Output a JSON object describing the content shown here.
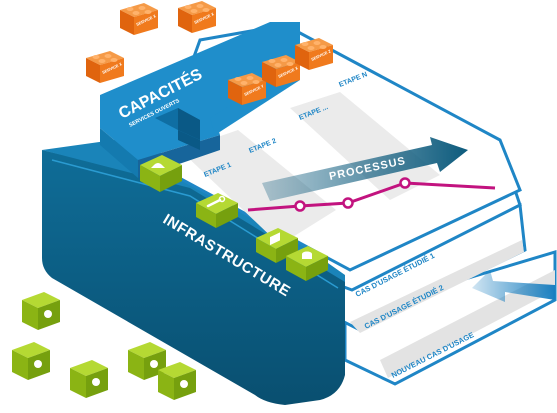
{
  "capabilities": {
    "title": "CAPACITÉS",
    "subtitle": "SERVICES OUVERTS"
  },
  "services": [
    {
      "label": "SERVICE X",
      "color": "#f07a1d"
    },
    {
      "label": "SERVICE X",
      "color": "#f07a1d"
    },
    {
      "label": "SERVICE X",
      "color": "#f07a1d"
    },
    {
      "label": "SERVICE Y",
      "color": "#f07a1d"
    },
    {
      "label": "SERVICE X",
      "color": "#f07a1d"
    },
    {
      "label": "SERVICE Z",
      "color": "#f07a1d"
    }
  ],
  "steps": [
    "ETAPE 1",
    "ETAPE 2",
    "ETAPE ...",
    "ETAPE N"
  ],
  "process_label": "PROCESSUS",
  "infrastructure_label": "INFRASTRUCTURE",
  "use_cases": [
    "CAS D'USAGE ÉTUDIÉ 1",
    "CAS D'USAGE ÉTUDIÉ 2",
    "NOUVEAU CAS D'USAGE"
  ],
  "module_icons": [
    "hat-icon",
    "wrench-icon",
    "server-icon",
    "database-icon"
  ],
  "colors": {
    "platform_dark": "#0c5f86",
    "platform_blue": "#1d8ec6",
    "orange": "#f07a1d",
    "green": "#9cc516",
    "magenta": "#c2137f",
    "page_border": "#1f86c6"
  }
}
